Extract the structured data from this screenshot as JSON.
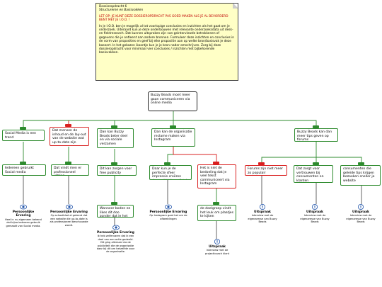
{
  "note": {
    "title": "Dossieropdracht 6",
    "subtitle": "Structureren en Basisvakken",
    "warning": "LET OP: JE KUNT DEZE DOSSIEROPDRACHT PAS GOED MAKEN ALS JE AL BEVORDERD BENT MET JE I.O.O. !",
    "body": "In je I.O.O. ben je mogelijk al tot voorlopige conclusies en inzichten als het gaat om je onderzoek. Uiteraard kun je deze onderbouwen met relevante onderzoeksdata uit desk- en fieldresearch. Dat kunnen uitspraken zijn van geinterviewde betrokkenen of gegevens die je ontleent aan andere bronnen. Formuleer deze inzichten en conclusies in de vorm van proposities en geef bij elke propositie aan op welke bron/basisvak je deze baseert. In het gekozen ikoontje kun je je bron nader omschrijven. Zorg bij deze dossieropdracht voor minimaal vier conclusies / inzichten met bijbehorende basisvakken."
  },
  "root": "Buzzy Beads moet meer gaan communiceren via online media",
  "nodes": {
    "social_media": "Social Media is een trend",
    "iedereen": "Iedereen gebruikt Social media",
    "mensen_willen": "Dat mensen de inhoud en de lay-out van de website wat up-to-date zijn",
    "website_prof": "Dat vindt men er professioneel uitzien",
    "kan_buzzy": "Dan kan Buzzy Beads beter deel en via sociale verzamen",
    "free_publicity": "Dit kan zorgen voor free publicity",
    "worden": "Wanneer boden en likes dit doo zonder dat je het iets kost",
    "organisatie": "Dan kan de organisatie reclame maken via Instagram",
    "perfecte": "Daar kun je de perfecte sfeer impressie creëren door middel van foto's",
    "bedoeling": "Het is niet de bedoeling dat je veel tekst communiceert via Instagram",
    "doelgroep": "de doelgroep vindt het leuk om plaatjes te kijken",
    "forums": "Buzzy Beads kan dan meer tips geven op forums",
    "forums_populair": "Forums zijn niet meer zo populair",
    "vertrouwd": "Dat zorgt voor vertrouwen bij consumenten en klanten",
    "consumenten": "consumenten die geleide tips krijgen bezoeken sneller je website"
  },
  "resources": [
    {
      "title": "Persoonlijke Ervaring",
      "text": "Heel in nu algemeen bekend dat bijna iedereen gebruik gemaakt van Social media."
    },
    {
      "title": "Persoonlijke Ervaring",
      "text": "Op schoolblad al geleerd dat een website die up-to-date is als professioneel beschouwde wordt."
    },
    {
      "title": "Persoonlijke Ervaring",
      "text": "Ik heb zelfervaren dat ik een deel van een actie gedeeld. Dit ging allemaal via de publiciteit die de organisatie daar bij dit om hetzelfde voor de organisatie."
    },
    {
      "title": "Persoonlijke Ervaring",
      "text": "Op Instagram gaat het om de afbeeldingen"
    },
    {
      "title": "Uitspraak",
      "text": "Interview met de projecticoach klant"
    },
    {
      "title": "Uitspraak",
      "text": "Interview met de eigenaresse van Buzzy Beads"
    },
    {
      "title": "Uitspraak",
      "text": "Interview met de eigenaresse van Buzzy Beads"
    },
    {
      "title": "Uitspraak",
      "text": "Interview met de eigenaresse van Buzzy Beads"
    }
  ]
}
